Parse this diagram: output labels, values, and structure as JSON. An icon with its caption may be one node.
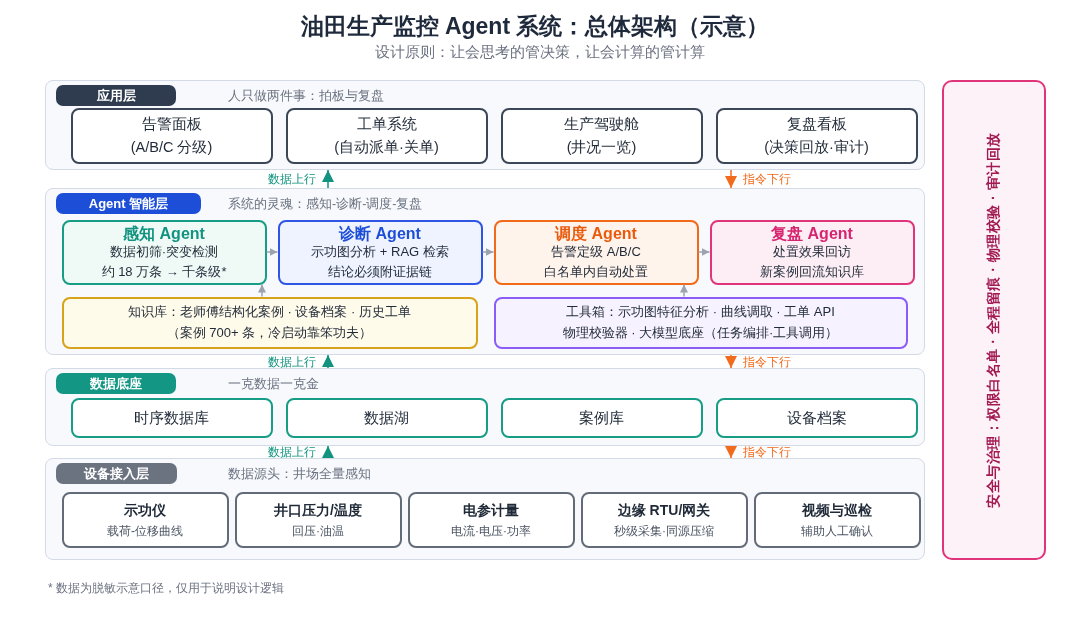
{
  "diagram": {
    "title": "油田生产监控 Agent 系统：总体架构（示意）",
    "nodes": [
      {
        "text": [
          "应用层",
          "人只做两件事：拍板与复盘"
        ]
      },
      {
        "text": [
          "告警面板",
          "(A/B/C 分级)"
        ],
        "in": 0
      },
      {
        "text": [
          "工单系统",
          "(自动派单·关单)"
        ],
        "in": 0
      },
      {
        "text": [
          "生产驾驶舱",
          "(井况一览)"
        ],
        "in": 0
      },
      {
        "text": [
          "复盘看板",
          "(决策回放·审计)"
        ],
        "in": 0
      },
      {
        "text": [
          "Agent 智能层",
          "系统的灵魂：感知-诊断-调度-复盘"
        ]
      },
      {
        "text": [
          "感知 Agent",
          "数据初筛·突变检测",
          "约 18 万条 → 千条级*"
        ],
        "in": 5
      },
      {
        "text": [
          "诊断 Agent",
          "示功图分析 + RAG 检索",
          "结论必须附证据链"
        ],
        "in": 5
      },
      {
        "text": [
          "调度 Agent",
          "告警定级 A/B/C",
          "白名单内自动处置"
        ],
        "in": 5
      },
      {
        "text": [
          "复盘 Agent",
          "处置效果回访",
          "新案例回流知识库"
        ],
        "in": 5
      },
      {
        "text": [
          "知识库：老师傅结构化案例 · 设备档案 · 历史工单",
          "（案例 700+ 条，冷启动靠笨功夫）"
        ],
        "in": 5
      },
      {
        "text": [
          "工具箱：示功图特征分析 · 曲线调取 · 工单 API",
          "物理校验器 · 大模型底座（任务编排·工具调用）"
        ],
        "in": 5
      },
      {
        "text": [
          "数据底座",
          "一克数据一克金"
        ]
      },
      {
        "text": [
          "时序数据库"
        ],
        "in": 12
      },
      {
        "text": [
          "数据湖"
        ],
        "in": 12
      },
      {
        "text": [
          "案例库"
        ],
        "in": 12
      },
      {
        "text": [
          "设备档案"
        ],
        "in": 12
      },
      {
        "text": [
          "设备接入层",
          "数据源头：井场全量感知"
        ]
      },
      {
        "text": [
          "示功仪",
          "载荷-位移曲线"
        ],
        "in": 17
      },
      {
        "text": [
          "井口压力/温度",
          "回压·油温"
        ],
        "in": 17
      },
      {
        "text": [
          "电参计量",
          "电流·电压·功率"
        ],
        "in": 17
      },
      {
        "text": [
          "边缘 RTU/网关",
          "秒级采集·同源压缩"
        ],
        "in": 17
      },
      {
        "text": [
          "视频与巡检",
          "辅助人工确认"
        ],
        "in": 17
      },
      {
        "text": [
          "安全与治理：权限白名单 · 全程留痕 · 物理校验 · 审计回放"
        ]
      }
    ],
    "edges": [
      {
        "from": 5,
        "to": 0,
        "arrow": "to",
        "label": "数据上行",
        "color": "#12937f"
      },
      {
        "from": 0,
        "to": 5,
        "arrow": "to",
        "label": "指令下行",
        "color": "#f26a1b"
      },
      {
        "from": 6,
        "to": 7,
        "arrow": "to"
      },
      {
        "from": 7,
        "to": 8,
        "arrow": "to"
      },
      {
        "from": 8,
        "to": 9,
        "arrow": "to"
      },
      {
        "from": 10,
        "to": 6,
        "arrow": "to"
      },
      {
        "from": 11,
        "to": 8,
        "arrow": "to"
      },
      {
        "from": 12,
        "to": 5,
        "arrow": "to",
        "label": "数据上行",
        "color": "#12937f"
      },
      {
        "from": 5,
        "to": 12,
        "arrow": "to",
        "label": "指令下行",
        "color": "#f26a1b"
      },
      {
        "from": 17,
        "to": 12,
        "arrow": "to",
        "label": "数据上行",
        "color": "#12937f"
      },
      {
        "from": 12,
        "to": 17,
        "arrow": "to",
        "label": "指令下行",
        "color": "#f26a1b"
      }
    ],
    "labels": [
      "设计原则：让会思考的管决策，让会计算的管计算",
      "* 数据为脱敏示意口径，仅用于说明设计逻辑"
    ]
  }
}
